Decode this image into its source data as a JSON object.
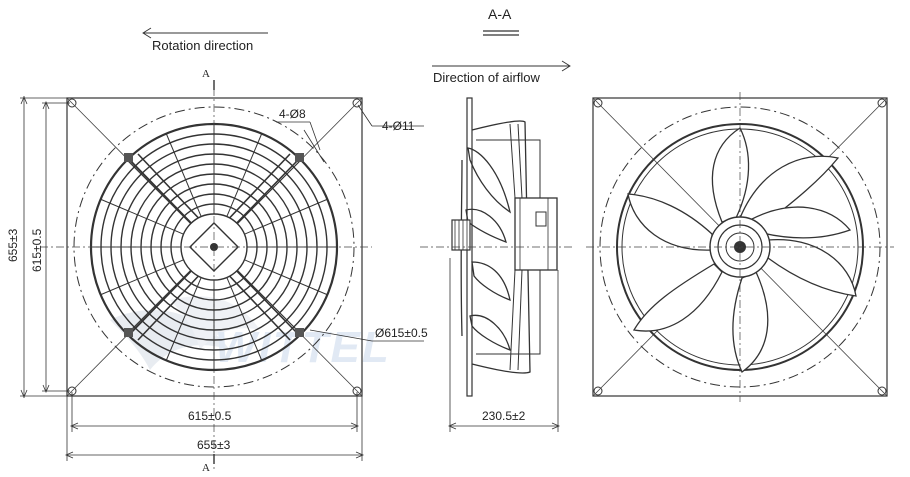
{
  "labels": {
    "rotation_direction": "Rotation direction",
    "section_marker": "A-A",
    "airflow_direction": "Direction of airflow",
    "section_letter": "A",
    "hole_small": "4-Ø8",
    "hole_large": "4-Ø11",
    "outer_height": "655±3",
    "inner_height": "615±0.5",
    "ring_diameter": "Ø615±0.5",
    "inner_width": "615±0.5",
    "outer_width": "655±3",
    "depth": "230.5±2",
    "watermark": "WITTEL"
  },
  "colors": {
    "line": "#333333",
    "watermark": "#c9d8ec"
  }
}
